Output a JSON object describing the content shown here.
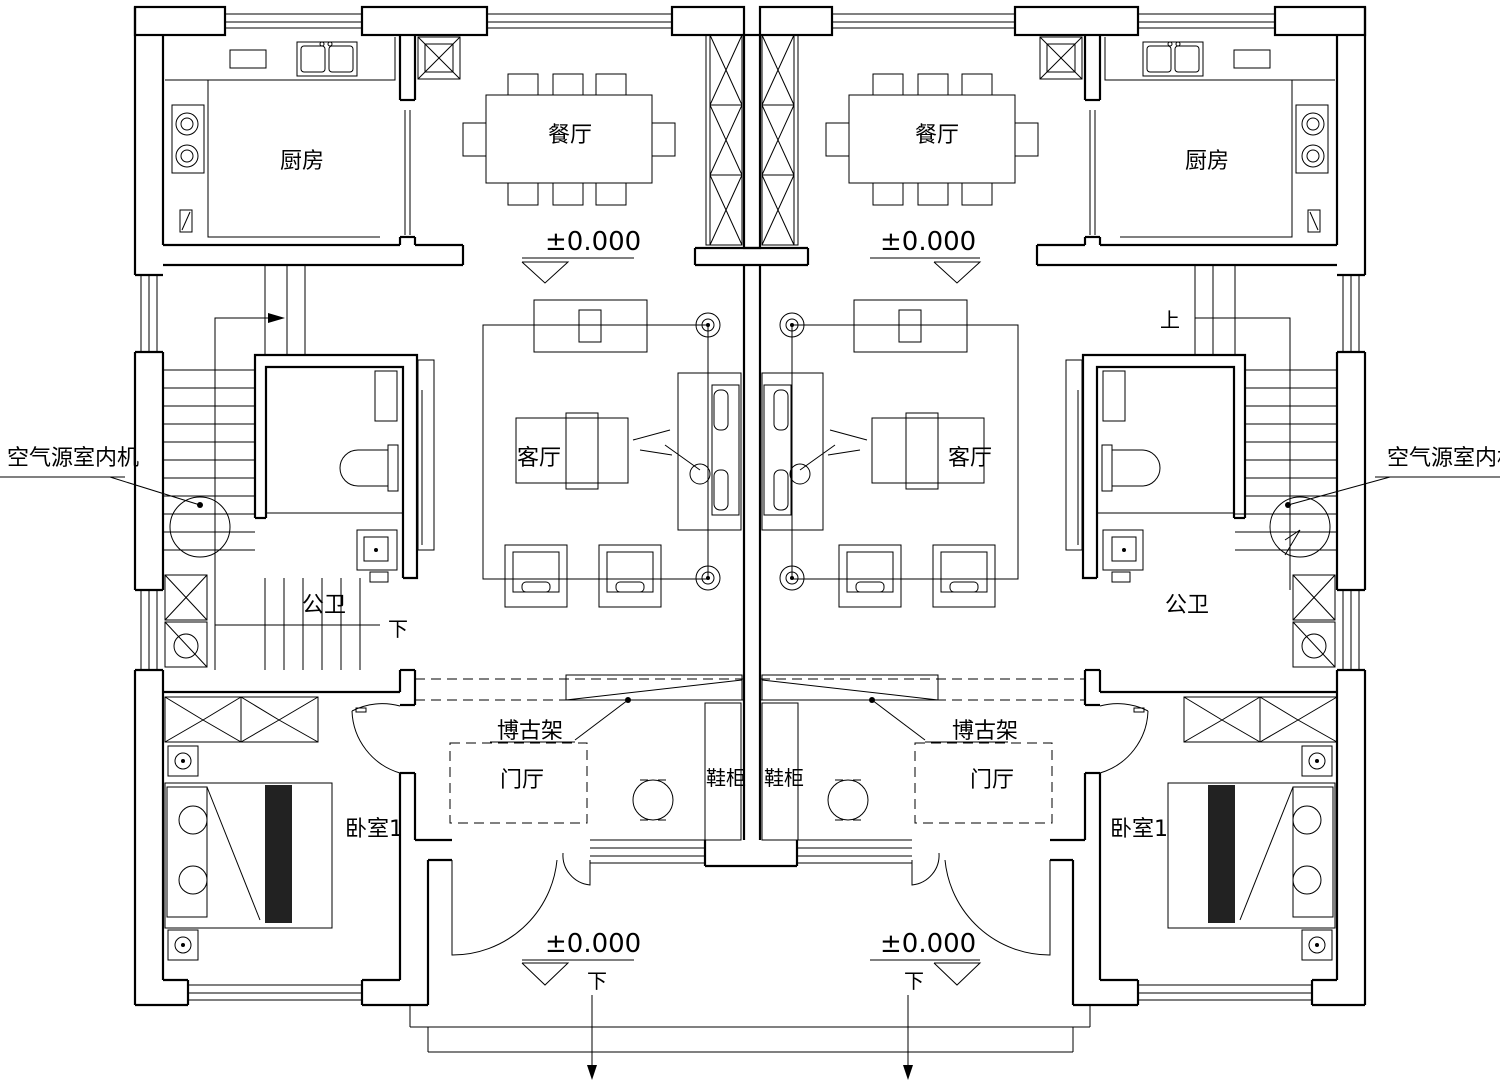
{
  "rooms": {
    "kitchen": "厨房",
    "dining": "餐厅",
    "living": "客厅",
    "public_wc": "公卫",
    "bedroom": "卧室1",
    "foyer": "门厅",
    "display_shelf": "博古架",
    "shoe_cabinet": "鞋柜"
  },
  "annotations": {
    "air_source_unit": "空气源室内机",
    "elevation": "±0.000",
    "stair_up": "上",
    "stair_down": "下"
  },
  "icons": [
    "sink-icon",
    "stove-icon",
    "toilet-icon",
    "washbasin-icon",
    "washing-machine-icon",
    "bed-icon",
    "sofa-icon",
    "armchair-icon",
    "dining-table-icon",
    "floor-lamp-icon",
    "round-table-icon",
    "column-icon",
    "north-arrow-icon"
  ]
}
